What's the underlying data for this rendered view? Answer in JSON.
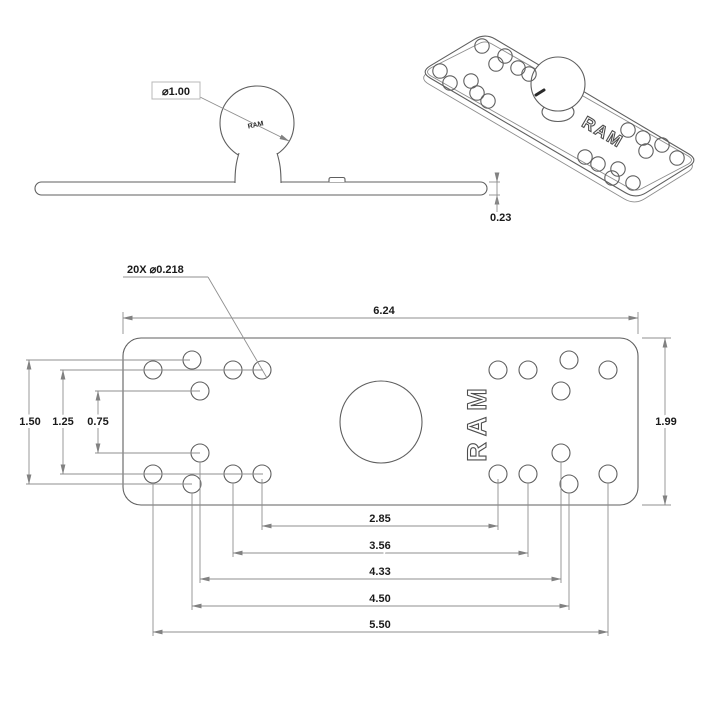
{
  "side_view": {
    "ball_diameter": "⌀1.00",
    "thickness": "0.23",
    "ball_logo": "RAM"
  },
  "iso_view": {
    "logo": "RAM"
  },
  "plan_view": {
    "hole_callout": "20X ⌀0.218",
    "overall_width": "6.24",
    "overall_height": "1.99",
    "vertical_dims": {
      "d150": "1.50",
      "d125": "1.25",
      "d075": "0.75"
    },
    "horizontal_dims": {
      "d285": "2.85",
      "d356": "3.56",
      "d433": "4.33",
      "d450": "4.50",
      "d550": "5.50"
    },
    "logo": "RAM"
  }
}
